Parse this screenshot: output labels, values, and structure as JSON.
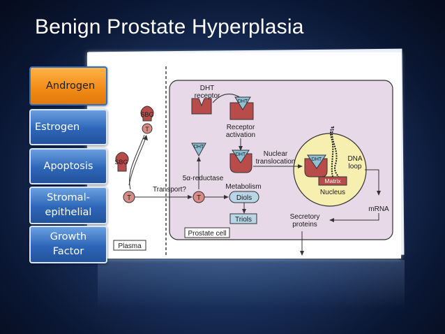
{
  "title": "Benign Prostate Hyperplasia",
  "sidebar": {
    "items": [
      {
        "label": "Androgen"
      },
      {
        "label": "Estrogen"
      },
      {
        "label": "Apoptosis"
      },
      {
        "label": "Stromal-epithelial",
        "line1": "Stromal-",
        "line2": "epithelial"
      },
      {
        "label": "Growth Factor",
        "line1": "Growth",
        "line2": "Factor"
      }
    ]
  },
  "diagram": {
    "labels": {
      "dht_receptor_1": "DHT",
      "dht_receptor_2": "receptor",
      "receptor_activation_1": "Receptor",
      "receptor_activation_2": "activation",
      "nuclear_translocation_1": "Nuclear",
      "nuclear_translocation_2": "translocation",
      "dna_loop_1": "DNA",
      "dna_loop_2": "loop",
      "matrix": "Matrix",
      "nucleus": "Nucleus",
      "five_alpha_reductase": "5α-reductase",
      "metabolism": "Metabolism",
      "diols": "Diols",
      "triols": "Triols",
      "transport": "Transport?",
      "mrna": "mRNA",
      "secretory_1": "Secretory",
      "secretory_2": "proteins",
      "prostate_cell": "Prostate cell",
      "plasma": "Plasma",
      "sbg": "SBG",
      "t": "T",
      "dht": "DHT"
    }
  }
}
